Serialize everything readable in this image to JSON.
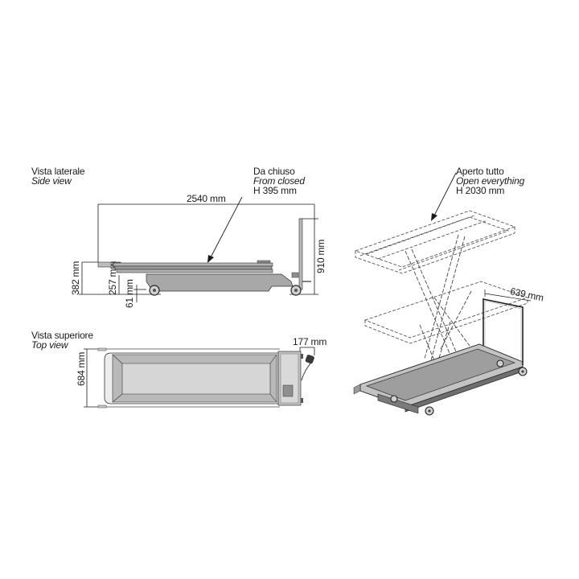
{
  "side_view": {
    "title_it": "Vista laterale",
    "title_en": "Side view",
    "callout": {
      "line1": "Da chiuso",
      "line2": "From closed",
      "line3": "H 395 mm"
    },
    "dimensions": {
      "length": "2540 mm",
      "handle_height": "910 mm",
      "closed_height": "382 mm",
      "chassis_height": "257 mm",
      "ground_clearance": "61 mm"
    }
  },
  "top_view": {
    "title_it": "Vista superiore",
    "title_en": "Top view",
    "dimensions": {
      "width": "684 mm",
      "handle_offset": "177 mm"
    }
  },
  "open_view": {
    "callout": {
      "line1": "Aperto tutto",
      "line2": "Open everything",
      "line3": "H 2030 mm"
    },
    "dimensions": {
      "handle_width": "639 mm"
    }
  },
  "colors": {
    "line": "#1a1a1a",
    "body_fill": "#a8a8a8",
    "tray_fill": "#d6d6d6",
    "dark_fill": "#6e6e6e"
  }
}
